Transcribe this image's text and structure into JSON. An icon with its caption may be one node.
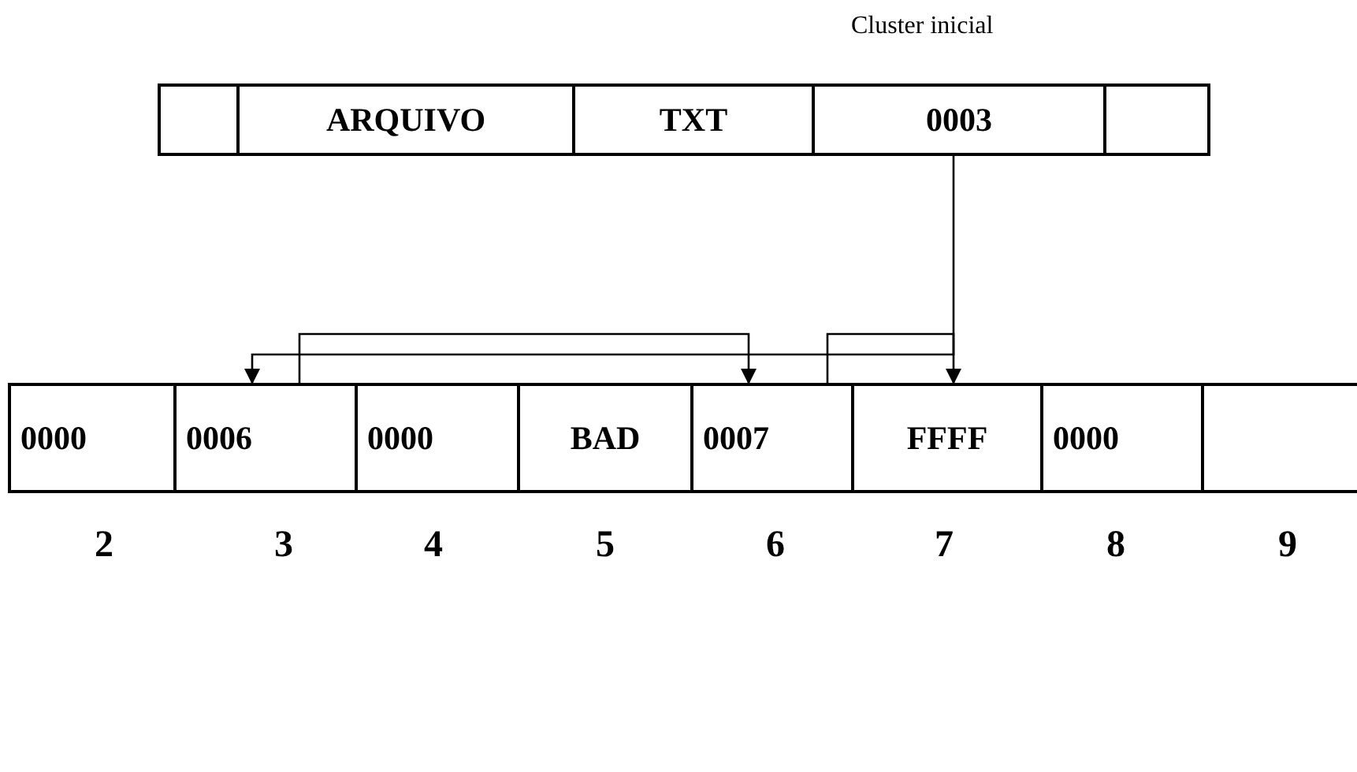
{
  "diagram": {
    "nodes": [
      {
        "text": [],
        "shape": "box"
      },
      {
        "text": [
          "ARQUIVO"
        ]
      },
      {
        "text": [
          "TXT"
        ]
      },
      {
        "text": [
          "0003"
        ]
      },
      {
        "text": [],
        "shape": "box"
      },
      {
        "text": [
          "0000"
        ]
      },
      {
        "text": [
          "0006"
        ]
      },
      {
        "text": [
          "0000"
        ]
      },
      {
        "text": [
          "BAD"
        ]
      },
      {
        "text": [
          "0007"
        ]
      },
      {
        "text": [
          "FFFF"
        ]
      },
      {
        "text": [
          "0000"
        ]
      },
      {
        "text": [],
        "shape": "box"
      }
    ],
    "edges": [
      {
        "from": 3,
        "to": 6,
        "arrow": "to"
      },
      {
        "from": 6,
        "to": 9,
        "arrow": "to"
      },
      {
        "from": 9,
        "to": 10,
        "arrow": "to"
      }
    ],
    "labels": [
      "Cluster inicial",
      "2",
      "3",
      "4",
      "5",
      "6",
      "7",
      "8",
      "9"
    ]
  }
}
